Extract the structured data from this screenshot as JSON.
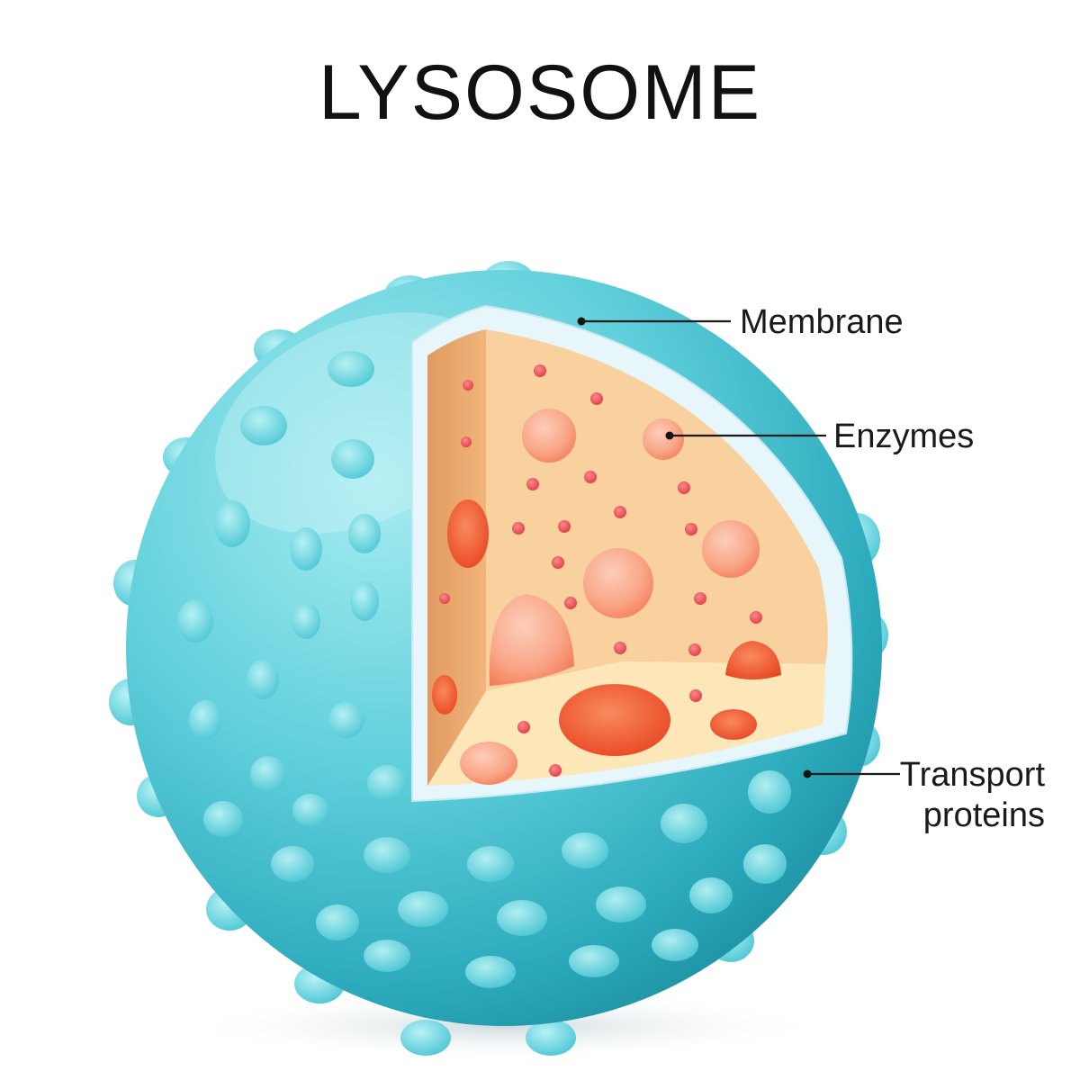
{
  "title": "LYSOSOME",
  "labels": {
    "membrane": "Membrane",
    "enzymes": "Enzymes",
    "transport_line1": "Transport",
    "transport_line2": "proteins"
  },
  "colors": {
    "sphere_light": "#8fe3ea",
    "sphere_mid": "#45c1cf",
    "sphere_dark": "#1b8fa3",
    "membrane_cut": "#e4f5f9",
    "interior_wall": "#f7cf98",
    "interior_floor": "#fde6b6",
    "interior_back": "#e2a46a",
    "enzyme_light": "#fbb8a3",
    "enzyme_dark": "#ee5530",
    "small_enzyme": "#ec4d52",
    "leader_line": "#1a1a1a"
  }
}
